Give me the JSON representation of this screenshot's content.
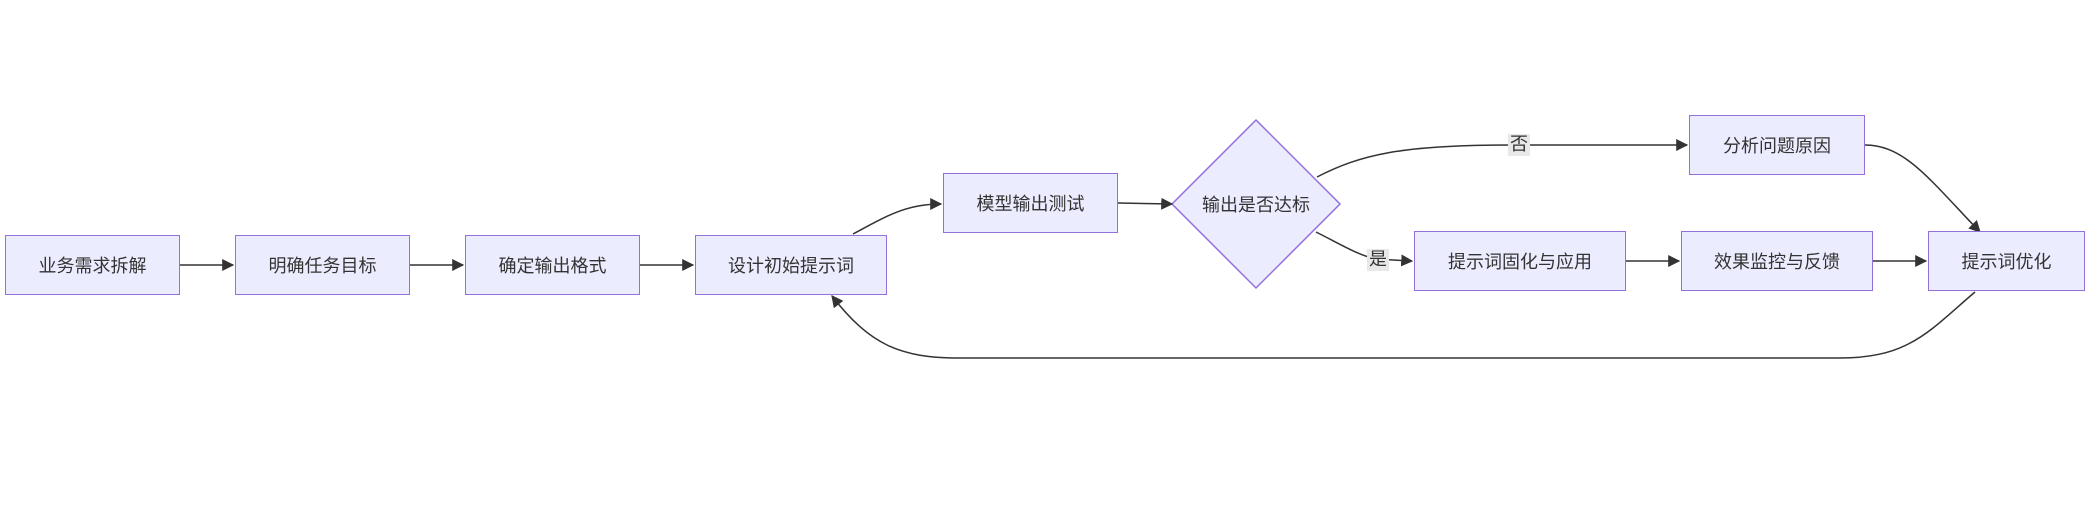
{
  "diagram": {
    "nodes": {
      "business_breakdown": "业务需求拆解",
      "define_goal": "明确任务目标",
      "define_format": "确定输出格式",
      "design_prompt": "设计初始提示词",
      "model_test": "模型输出测试",
      "decision": "输出是否达标",
      "analyze_cause": "分析问题原因",
      "solidify_apply": "提示词固化与应用",
      "monitor_feedback": "效果监控与反馈",
      "optimize_prompt": "提示词优化"
    },
    "edge_labels": {
      "no": "否",
      "yes": "是"
    },
    "colors": {
      "node_fill": "#ECECFF",
      "node_stroke": "#9370DB",
      "edge": "#333333"
    }
  }
}
